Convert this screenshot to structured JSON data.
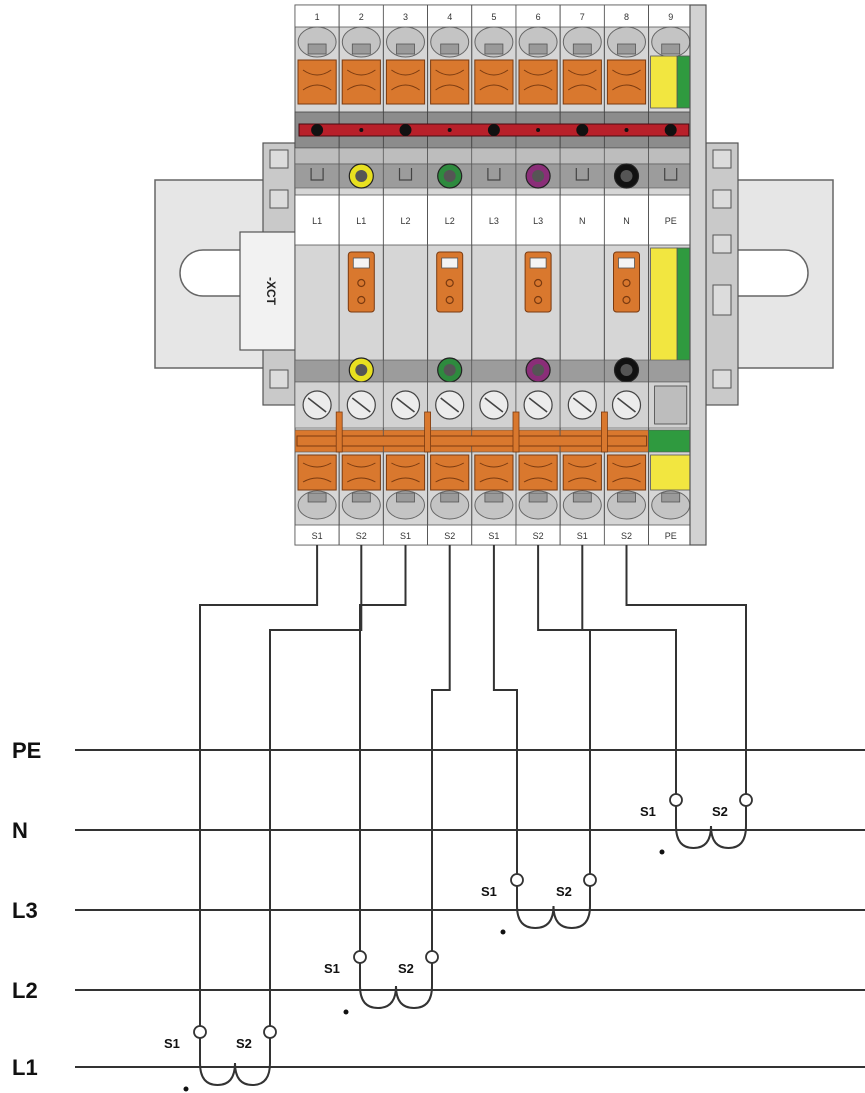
{
  "terminal_block": {
    "tag": "-XCT",
    "positions": [
      "1",
      "2",
      "3",
      "4",
      "5",
      "6",
      "7",
      "8",
      "9"
    ],
    "top_labels": [
      "L1",
      "L1",
      "L2",
      "L2",
      "L3",
      "L3",
      "N",
      "N",
      "PE"
    ],
    "bottom_labels": [
      "S1",
      "S2",
      "S1",
      "S2",
      "S1",
      "S2",
      "S1",
      "S2",
      "PE"
    ],
    "test_socket_colors": [
      "#e8e020",
      "#2e8a3e",
      "#8a2e78",
      "#111111"
    ]
  },
  "conductors": [
    {
      "label": "PE"
    },
    {
      "label": "N"
    },
    {
      "label": "L3"
    },
    {
      "label": "L2"
    },
    {
      "label": "L1"
    }
  ],
  "current_transformers": [
    {
      "phase": "L1",
      "s1_label": "S1",
      "s2_label": "S2"
    },
    {
      "phase": "L2",
      "s1_label": "S1",
      "s2_label": "S2"
    },
    {
      "phase": "L3",
      "s1_label": "S1",
      "s2_label": "S2"
    },
    {
      "phase": "N",
      "s1_label": "S1",
      "s2_label": "S2"
    }
  ],
  "colors": {
    "orange": "#d9782e",
    "red_bridge": "#b8202a",
    "pe_yellow": "#f2e640",
    "pe_green": "#2f9a3f",
    "housing": "#cfcfcf",
    "wire": "#333333"
  }
}
